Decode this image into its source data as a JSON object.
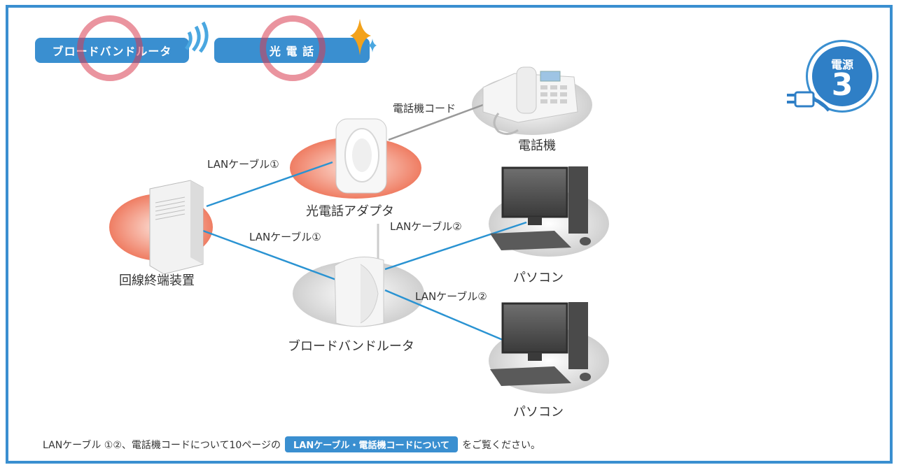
{
  "tabs": [
    {
      "label": "ブロードバンドルータ"
    },
    {
      "label": "光 電 話"
    }
  ],
  "badge": {
    "title": "電源",
    "number": "3"
  },
  "devices": {
    "onu": "回線終端装置",
    "adapter": "光電話アダプタ",
    "router": "ブロードバンドルータ",
    "phone": "電話機",
    "pc1": "パソコン",
    "pc2": "パソコン"
  },
  "cables": {
    "lan1_top": "LANケーブル①",
    "lan1_mid": "LANケーブル①",
    "lan2_top": "LANケーブル②",
    "lan2_bottom": "LANケーブル②",
    "phone_cord": "電話機コード"
  },
  "note": {
    "prefix": "LANケーブル ①②、電話機コードについて10ページの",
    "link": "LANケーブル・電話機コードについて",
    "suffix": "をご覧ください。"
  },
  "colors": {
    "accent": "#3a8fd0",
    "cable": "#2a93d2",
    "highlight_disc": "#f0826a",
    "ring": "#d83c50"
  }
}
